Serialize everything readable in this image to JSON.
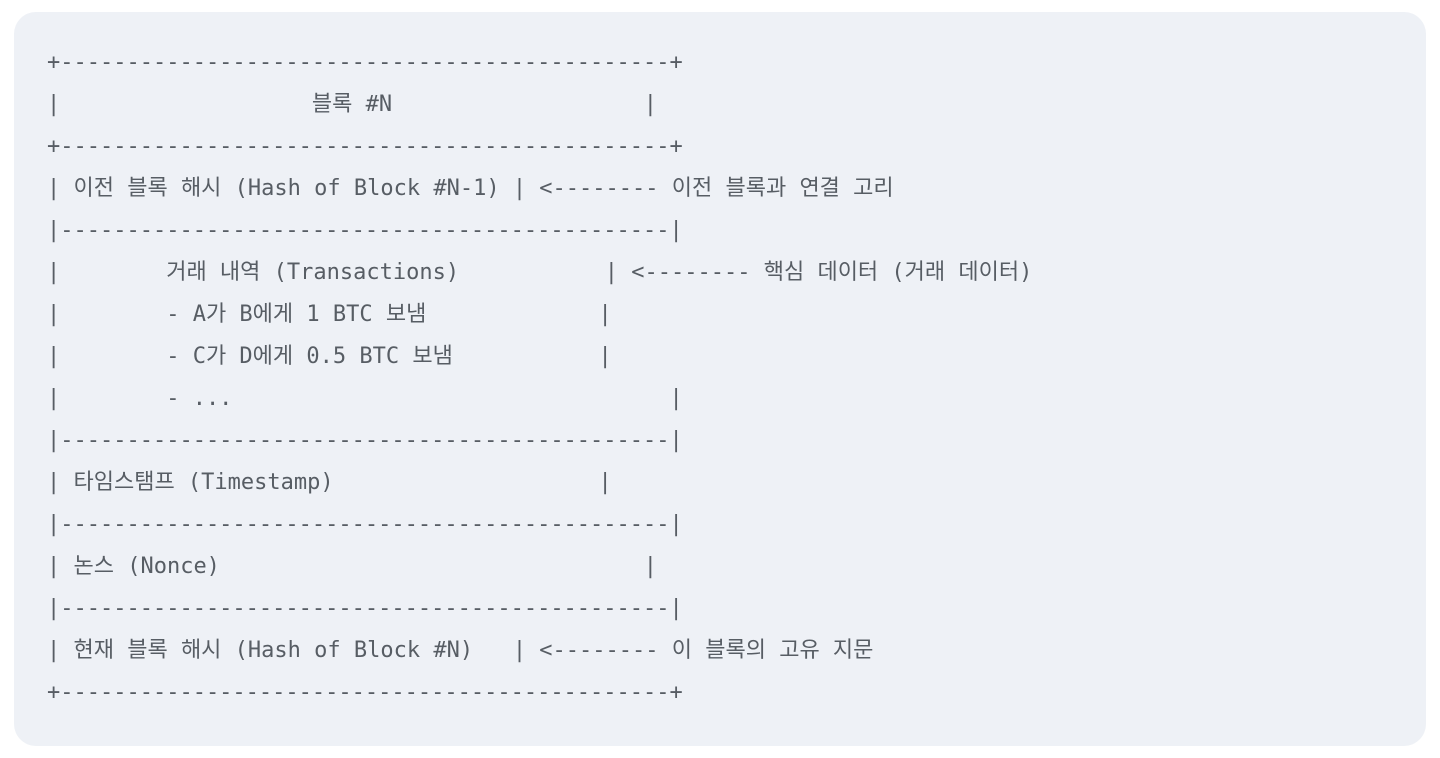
{
  "theme": {
    "page_background": "#ffffff",
    "card_background": "#eef1f6",
    "text_color": "#575d64"
  },
  "diagram": {
    "title": "블록 #N",
    "lines": [
      "+----------------------------------------------+",
      "|                   블록 #N                   |",
      "+----------------------------------------------+",
      "| 이전 블록 해시 (Hash of Block #N-1) | <-------- 이전 블록과 연결 고리",
      "|----------------------------------------------|",
      "|        거래 내역 (Transactions)           | <-------- 핵심 데이터 (거래 데이터)",
      "|        - A가 B에게 1 BTC 보냄             |",
      "|        - C가 D에게 0.5 BTC 보냄           |",
      "|        - ...                                 |",
      "|----------------------------------------------|",
      "| 타임스탬프 (Timestamp)                    |",
      "|----------------------------------------------|",
      "| 논스 (Nonce)                                |",
      "|----------------------------------------------|",
      "| 현재 블록 해시 (Hash of Block #N)   | <-------- 이 블록의 고유 지문",
      "+----------------------------------------------+"
    ],
    "annotations": [
      "이전 블록과 연결 고리",
      "핵심 데이터 (거래 데이터)",
      "이 블록의 고유 지문"
    ],
    "fields": [
      "이전 블록 해시 (Hash of Block #N-1)",
      "거래 내역 (Transactions)",
      "- A가 B에게 1 BTC 보냄",
      "- C가 D에게 0.5 BTC 보냄",
      "- ...",
      "타임스탬프 (Timestamp)",
      "논스 (Nonce)",
      "현재 블록 해시 (Hash of Block #N)"
    ]
  }
}
